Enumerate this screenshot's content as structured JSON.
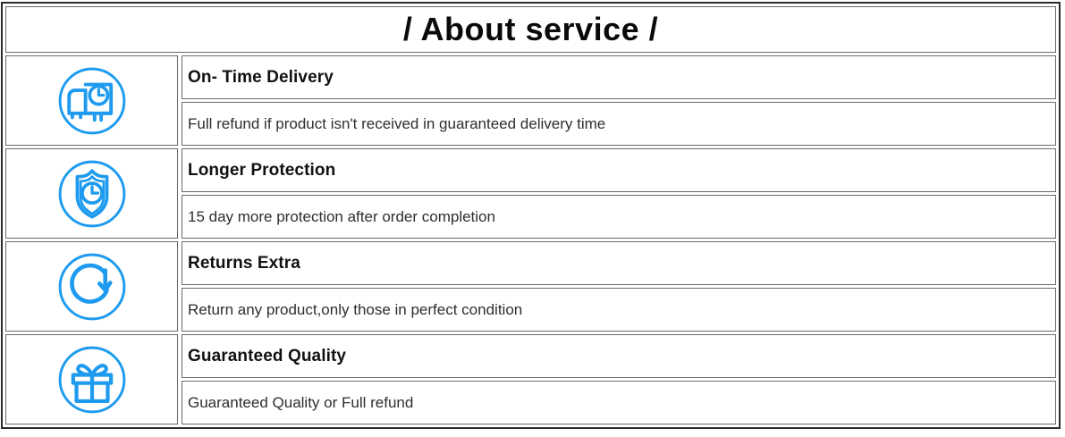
{
  "header": {
    "title": "/ About service /"
  },
  "colors": {
    "icon_blue": "#1E9BEF",
    "border": "#6b6b6b",
    "outer_border": "#2b2b2b",
    "title_text": "#111111",
    "desc_text": "#2e2e2e",
    "background": "#ffffff"
  },
  "services": [
    {
      "icon": "delivery-truck-clock-icon",
      "title": "On- Time Delivery",
      "description": "Full refund if product isn't received in guaranteed delivery time"
    },
    {
      "icon": "shield-clock-icon",
      "title": "Longer Protection",
      "description": "15 day more protection after order completion"
    },
    {
      "icon": "refresh-return-arrow-icon",
      "title": "Returns Extra",
      "description": "Return any product,only those in perfect condition"
    },
    {
      "icon": "gift-box-icon",
      "title": "Guaranteed Quality",
      "description": "Guaranteed Quality or Full refund"
    }
  ]
}
